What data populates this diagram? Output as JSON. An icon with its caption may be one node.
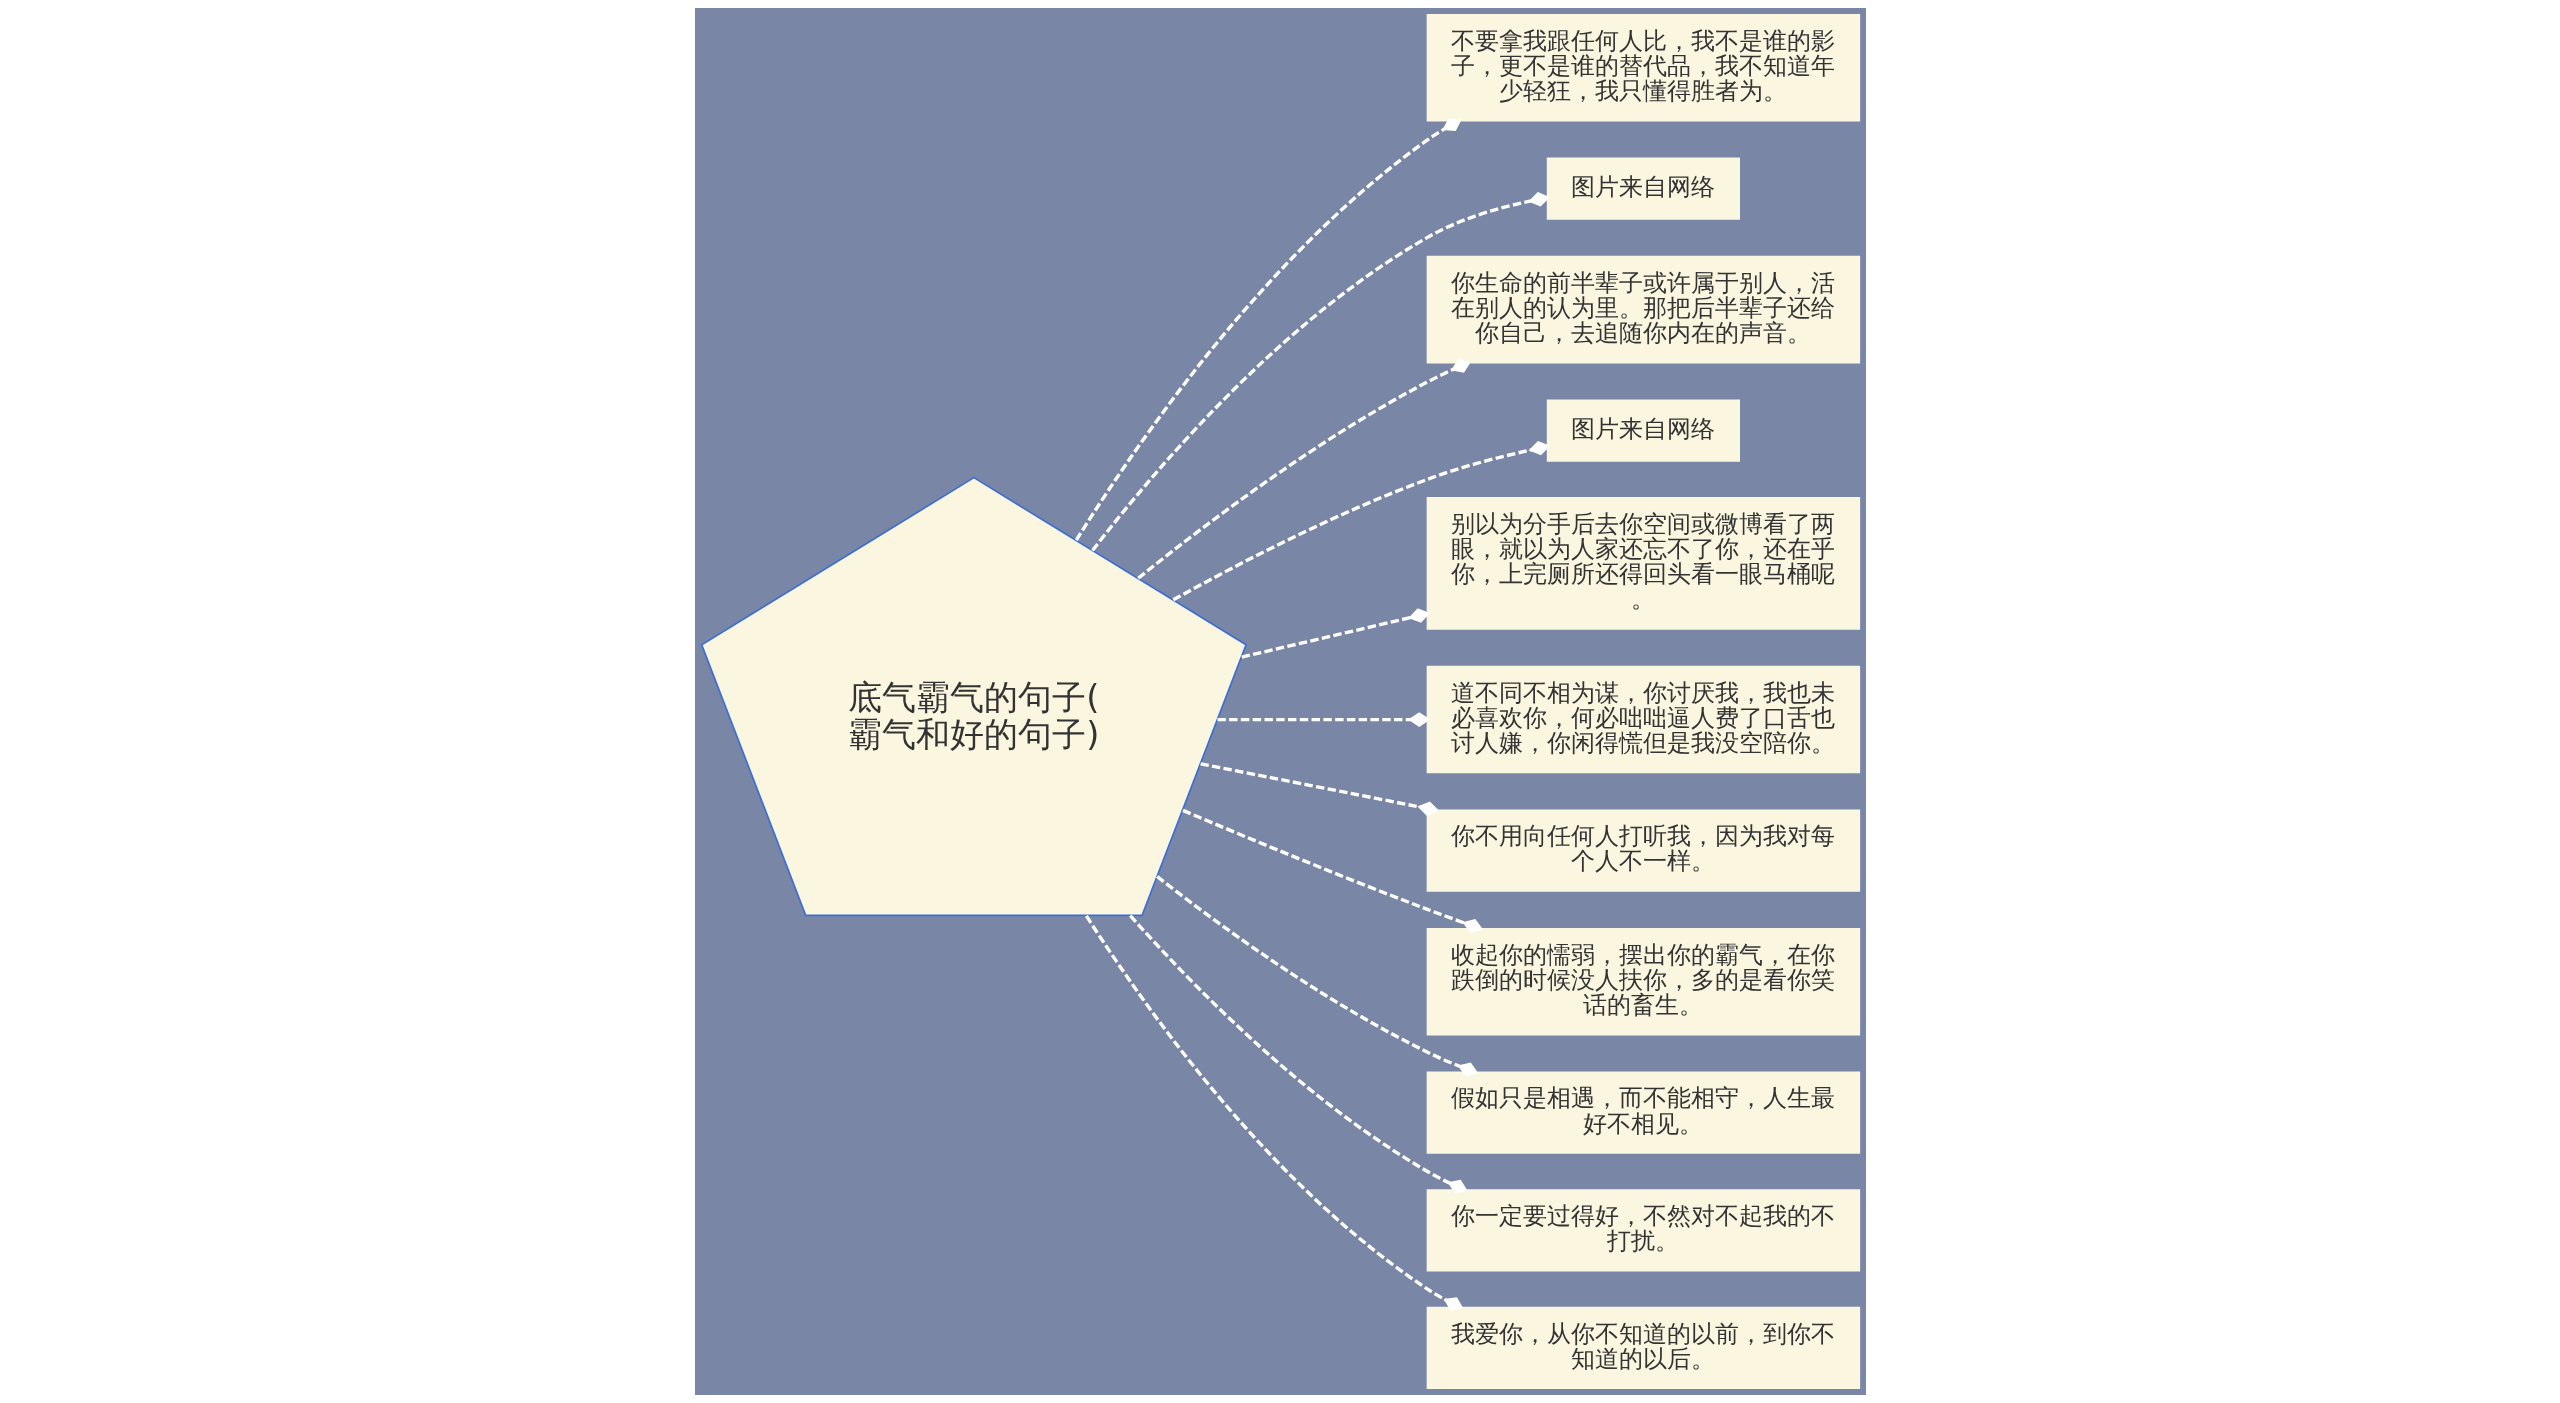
{
  "diagram": {
    "nodes": [
      {
        "text": [
          "底气霸气的句子(霸气和好的句子)"
        ]
      },
      {
        "text": [
          "不要拿我跟任何人比，我不是谁的影子，更不是谁的替代品，我不知道年少轻狂，我只懂得胜者为。"
        ]
      },
      {
        "text": [
          "图片来自网络"
        ]
      },
      {
        "text": [
          "你生命的前半辈子或许属于别人，活在别人的认为里。那把后半辈子还给你自己，去追随你内在的声音。"
        ]
      },
      {
        "text": [
          "图片来自网络"
        ]
      },
      {
        "text": [
          "别以为分手后去你空间或微博看了两眼，就以为人家还忘不了你，还在乎你，上完厕所还得回头看一眼马桶呢。"
        ]
      },
      {
        "text": [
          "道不同不相为谋，你讨厌我，我也未必喜欢你，何必咄咄逼人费了口舌也讨人嫌，你闲得慌但是我没空陪你。"
        ]
      },
      {
        "text": [
          "你不用向任何人打听我，因为我对每个人不一样。"
        ]
      },
      {
        "text": [
          "收起你的懦弱，摆出你的霸气，在你跌倒的时候没人扶你，多的是看你笑话的畜生。"
        ]
      },
      {
        "text": [
          "假如只是相遇，而不能相守，人生最好不相见。"
        ]
      },
      {
        "text": [
          "你一定要过得好，不然对不起我的不打扰。"
        ]
      },
      {
        "text": [
          "我爱你，从你不知道的以前，到你不知道的以后。"
        ]
      }
    ],
    "edges": [
      {
        "from": 0,
        "to": 1,
        "arrow": "other",
        "style": "dashed"
      },
      {
        "from": 0,
        "to": 2,
        "arrow": "other",
        "style": "dashed"
      },
      {
        "from": 0,
        "to": 3,
        "arrow": "other",
        "style": "dashed"
      },
      {
        "from": 0,
        "to": 4,
        "arrow": "other",
        "style": "dashed"
      },
      {
        "from": 0,
        "to": 5,
        "arrow": "other",
        "style": "dashed"
      },
      {
        "from": 0,
        "to": 6,
        "arrow": "other",
        "style": "dashed"
      },
      {
        "from": 0,
        "to": 7,
        "arrow": "other",
        "style": "dashed"
      },
      {
        "from": 0,
        "to": 8,
        "arrow": "other",
        "style": "dashed"
      },
      {
        "from": 0,
        "to": 9,
        "arrow": "other",
        "style": "dashed"
      },
      {
        "from": 0,
        "to": 10,
        "arrow": "other",
        "style": "dashed"
      },
      {
        "from": 0,
        "to": 11,
        "arrow": "other",
        "style": "dashed"
      }
    ]
  }
}
